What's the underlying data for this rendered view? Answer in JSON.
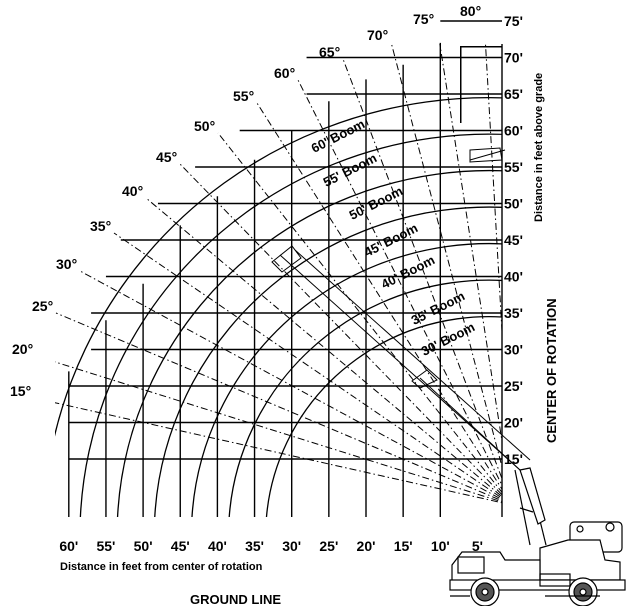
{
  "chart_data": {
    "type": "range_diagram",
    "x_axis": {
      "label": "Distance in feet from center of rotation",
      "ticks": [
        60,
        55,
        50,
        45,
        40,
        35,
        30,
        25,
        20,
        15,
        10,
        5
      ],
      "tick_labels": [
        "60'",
        "55'",
        "50'",
        "45'",
        "40'",
        "35'",
        "30'",
        "25'",
        "20'",
        "15'",
        "10'",
        "5'"
      ]
    },
    "y_axis": {
      "label": "Distance in feet above grade",
      "ticks": [
        15,
        20,
        25,
        30,
        35,
        40,
        45,
        50,
        55,
        60,
        65,
        70,
        75
      ],
      "tick_labels": [
        "15'",
        "20'",
        "25'",
        "30'",
        "35'",
        "40'",
        "45'",
        "50'",
        "55'",
        "60'",
        "65'",
        "70'",
        "75'"
      ]
    },
    "boom_angles": [
      15,
      20,
      25,
      30,
      35,
      40,
      45,
      50,
      55,
      60,
      65,
      70,
      75,
      80
    ],
    "angle_labels": [
      "15°",
      "20°",
      "25°",
      "30°",
      "35°",
      "40°",
      "45°",
      "50°",
      "55°",
      "60°",
      "65°",
      "70°",
      "75°",
      "80°"
    ],
    "boom_lengths": [
      {
        "length": 30,
        "label": "30' Boom"
      },
      {
        "length": 35,
        "label": "35' Boom"
      },
      {
        "length": 40,
        "label": "40' Boom"
      },
      {
        "length": 45,
        "label": "45' Boom"
      },
      {
        "length": 50,
        "label": "50' Boom"
      },
      {
        "length": 55,
        "label": "55' Boom"
      },
      {
        "length": 60,
        "label": "60' Boom"
      }
    ],
    "center_label": "CENTER OF ROTATION",
    "ground_label": "GROUND LINE"
  }
}
